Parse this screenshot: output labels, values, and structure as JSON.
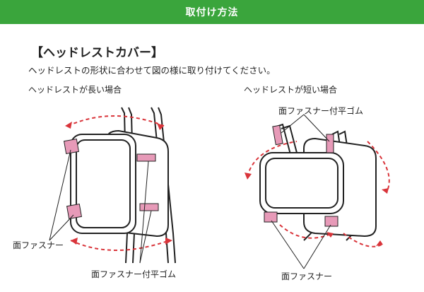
{
  "banner": {
    "title": "取付け方法"
  },
  "section": {
    "heading": "【ヘッドレストカバー】",
    "instruction": "ヘッドレストの形状に合わせて図の様に取り付けてください。"
  },
  "figures": {
    "long": {
      "caption": "ヘッドレストが長い場合",
      "fastener_label": "面ファスナー",
      "strap_label": "面ファスナー付平ゴム"
    },
    "short": {
      "caption": "ヘッドレストが短い場合",
      "strap_label": "面ファスナー付平ゴム",
      "fastener_label": "面ファスナー"
    }
  },
  "colors": {
    "banner": "#3aa53c",
    "arrow": "#d9343a",
    "fastener": "#e79ab8"
  }
}
